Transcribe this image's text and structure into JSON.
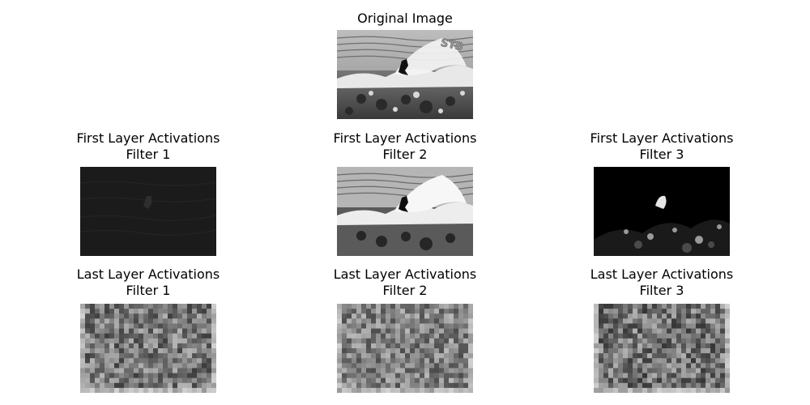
{
  "figure": {
    "original": {
      "title": "Original Image"
    },
    "first_layer": [
      {
        "title": "First Layer Activations",
        "filter": "Filter 1"
      },
      {
        "title": "First Layer Activations",
        "filter": "Filter 2"
      },
      {
        "title": "First Layer Activations",
        "filter": "Filter 3"
      }
    ],
    "last_layer": [
      {
        "title": "Last Layer Activations",
        "filter": "Filter 1"
      },
      {
        "title": "Last Layer Activations",
        "filter": "Filter 2"
      },
      {
        "title": "Last Layer Activations",
        "filter": "Filter 3"
      }
    ],
    "watermark_text": "STB"
  }
}
